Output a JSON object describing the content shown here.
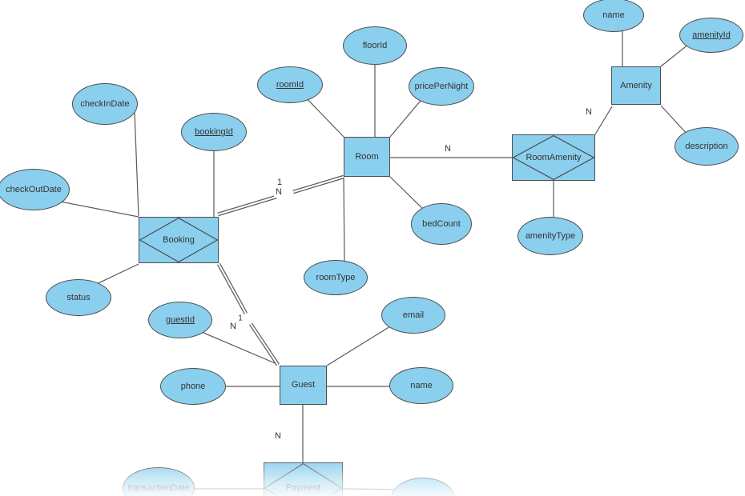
{
  "colors": {
    "node_fill": "#8BCFEE",
    "node_border": "#4D4D4D",
    "line": "#595959",
    "text": "#333333"
  },
  "entities": {
    "room": {
      "label": "Room"
    },
    "guest": {
      "label": "Guest"
    },
    "amenity": {
      "label": "Amenity"
    }
  },
  "relationships": {
    "booking": {
      "label": "Booking"
    },
    "room_amenity": {
      "label": "RoomAmenity"
    },
    "payment": {
      "label": "Payment"
    }
  },
  "attributes": {
    "check_in_date": {
      "label": "checkInDate",
      "primary_key": false
    },
    "booking_id": {
      "label": "bookingId",
      "primary_key": true
    },
    "check_out_date": {
      "label": "checkOutDate",
      "primary_key": false
    },
    "status": {
      "label": "status",
      "primary_key": false
    },
    "guest_id": {
      "label": "guestId",
      "primary_key": true
    },
    "phone": {
      "label": "phone",
      "primary_key": false
    },
    "room_id": {
      "label": "roomId",
      "primary_key": true
    },
    "floor_id": {
      "label": "floorId",
      "primary_key": false
    },
    "price_per_night": {
      "label": "pricePerNight",
      "primary_key": false
    },
    "bed_count": {
      "label": "bedCount",
      "primary_key": false
    },
    "room_type": {
      "label": "roomType",
      "primary_key": false
    },
    "email": {
      "label": "email",
      "primary_key": false
    },
    "guest_name": {
      "label": "name",
      "primary_key": false
    },
    "amenity_type": {
      "label": "amenityType",
      "primary_key": false
    },
    "amenity_name": {
      "label": "name",
      "primary_key": false
    },
    "amenity_id": {
      "label": "amenityId",
      "primary_key": true
    },
    "description": {
      "label": "description",
      "primary_key": false
    },
    "transaction_date": {
      "label": "transactionDate",
      "primary_key": false
    }
  },
  "cardinalities": {
    "booking_room_one": "1",
    "booking_room_many": "N",
    "booking_guest_many": "N",
    "booking_guest_one": "1",
    "guest_payment_many": "N",
    "room_roomamenity_many": "N",
    "roomamenity_amenity_many": "N"
  }
}
